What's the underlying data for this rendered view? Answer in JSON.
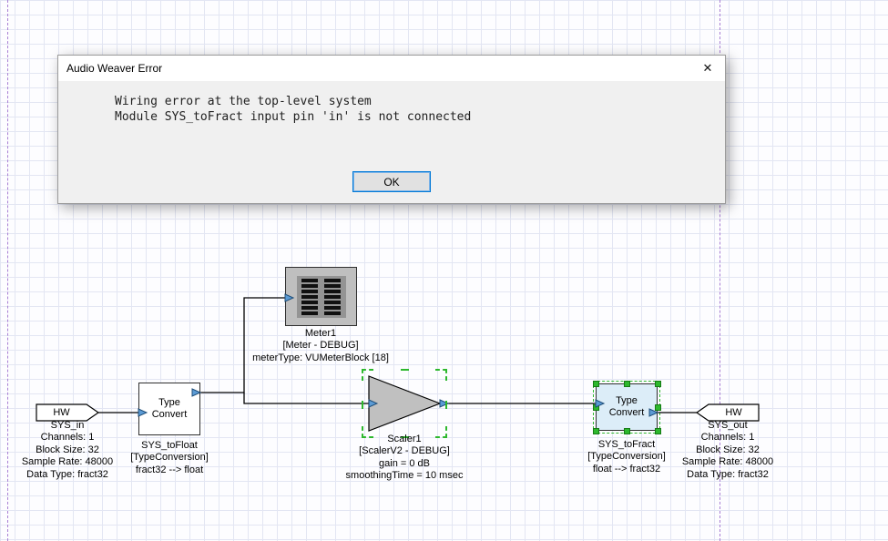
{
  "window": {
    "title": "Audio Weaver Error",
    "close_icon": "✕",
    "message": [
      "Wiring error at the top-level system",
      "Module SYS_toFract input pin 'in' is not connected"
    ],
    "ok_label": "OK"
  },
  "diagram": {
    "sys_in": {
      "hw": "HW",
      "name": "SYS_in",
      "props": [
        "Channels: 1",
        "Block Size: 32",
        "Sample Rate: 48000",
        "Data Type: fract32"
      ]
    },
    "sys_to_float": {
      "label": "Type Convert",
      "name": "SYS_toFloat",
      "props": [
        "[TypeConversion]",
        "fract32 --> float"
      ]
    },
    "meter1": {
      "name": "Meter1",
      "props": [
        "[Meter - DEBUG]",
        "meterType: VUMeterBlock [18]"
      ]
    },
    "scaler1": {
      "name": "Scaler1",
      "props": [
        "[ScalerV2 - DEBUG]",
        "gain = 0 dB",
        "smoothingTime = 10 msec"
      ]
    },
    "sys_to_fract": {
      "label": "Type Convert",
      "name": "SYS_toFract",
      "props": [
        "[TypeConversion]",
        "float --> fract32"
      ]
    },
    "sys_out": {
      "hw": "HW",
      "name": "SYS_out",
      "props": [
        "Channels: 1",
        "Block Size: 32",
        "Sample Rate: 48000",
        "Data Type: fract32"
      ]
    }
  },
  "colors": {
    "accent_blue": "#0078d7",
    "selection_green": "#2db82d",
    "pin_blue": "#5b9bd5",
    "block_gray": "#c0c0c0",
    "selected_fill": "#dcedf8",
    "grid_line": "#e3e6f3",
    "page_guide_purple": "#a87fd4",
    "wire": "#000000"
  }
}
